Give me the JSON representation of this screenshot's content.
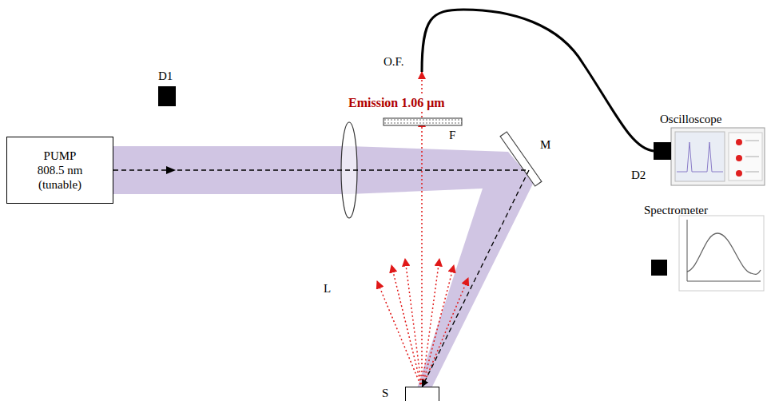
{
  "diagram": {
    "nodes": [
      {
        "text": [
          "PUMP 808.5 nm (tunable)"
        ]
      },
      {
        "text": [
          "S"
        ]
      }
    ],
    "edges": [
      {
        "from": 0,
        "to": 1,
        "arrow": "to"
      }
    ],
    "labels": [
      "D1",
      "L",
      "M",
      "O.F.",
      "F",
      "Emission 1.06 μm",
      "D2",
      "Oscilloscope",
      "Spectrometer"
    ]
  }
}
